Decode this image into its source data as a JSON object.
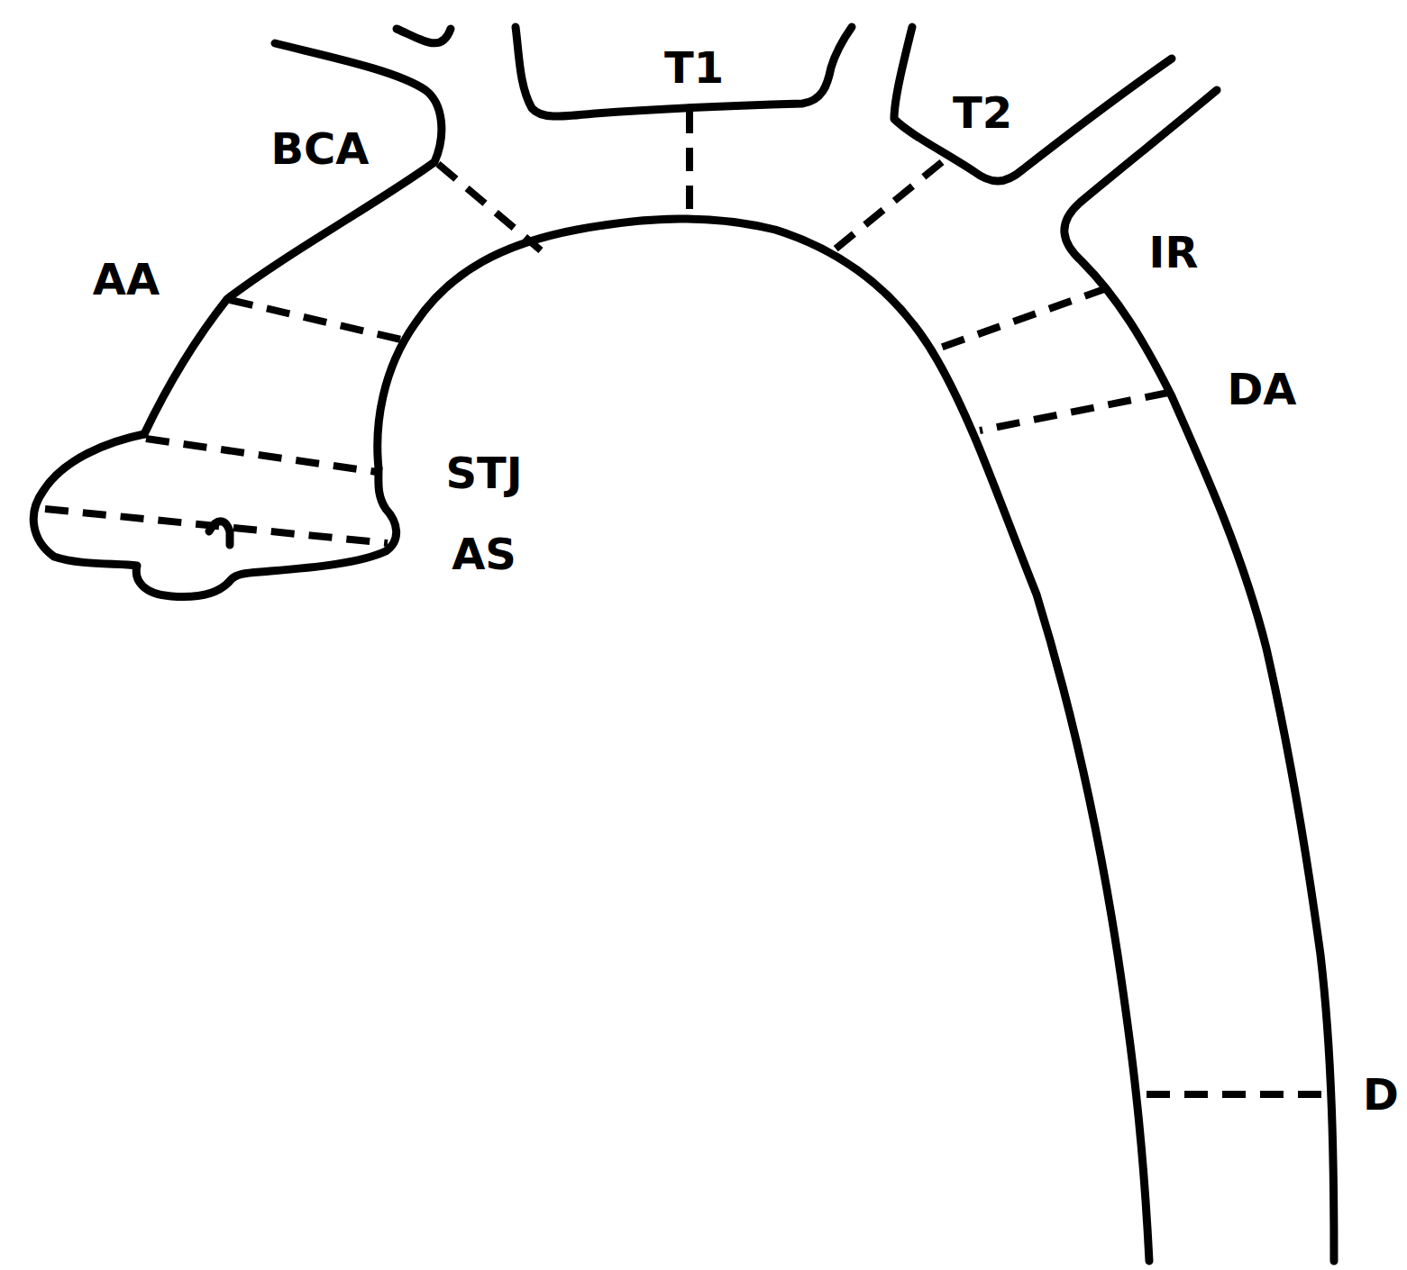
{
  "diagram": {
    "labels": [
      "BCA",
      "T1",
      "T2",
      "AA",
      "IR",
      "DA",
      "STJ",
      "AS",
      "D"
    ]
  }
}
